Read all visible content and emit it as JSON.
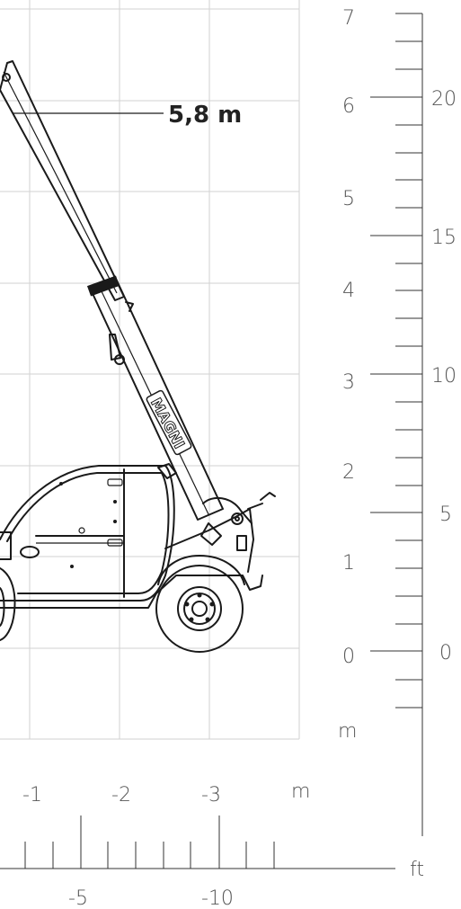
{
  "callout": {
    "reach_label": "5,8 m"
  },
  "boom_brand": "MAGNI",
  "vertical_metric_scale": {
    "ticks": [
      "7",
      "6",
      "5",
      "4",
      "3",
      "2",
      "1",
      "0"
    ],
    "unit": "m"
  },
  "vertical_imperial_scale": {
    "ticks": [
      "20",
      "15",
      "10",
      "5",
      "0"
    ]
  },
  "horizontal_metric_scale": {
    "ticks": [
      "-1",
      "-2",
      "-3"
    ],
    "unit": "m"
  },
  "horizontal_imperial_scale": {
    "ticks": [
      "-5",
      "-10"
    ],
    "unit": "ft"
  },
  "colors": {
    "grid": "#d2d2d2",
    "ink": "#1a1a1a",
    "label": "#555555"
  }
}
